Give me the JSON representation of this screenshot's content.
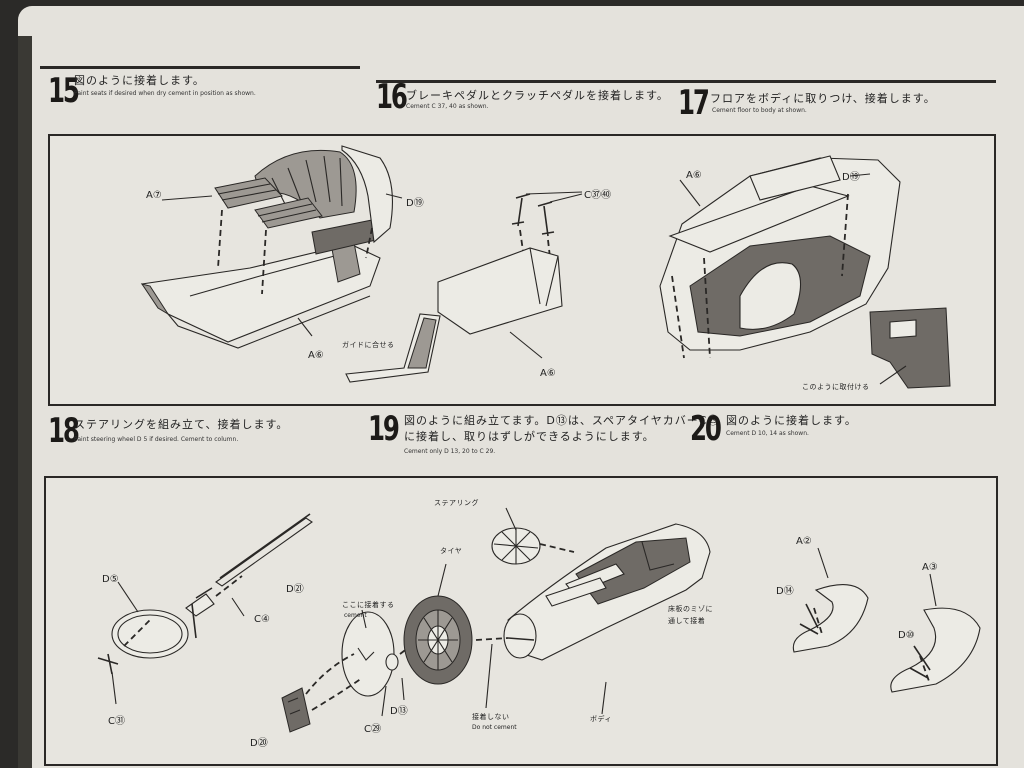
{
  "steps": {
    "s15": {
      "num": "15",
      "jp": "図のように接着します。",
      "en": "Paint seats if desired when dry cement in position as shown."
    },
    "s16": {
      "num": "16",
      "jp": "ブレーキペダルとクラッチペダルを接着します。",
      "en": "Cement C 37, 40 as shown."
    },
    "s17": {
      "num": "17",
      "jp": "フロアをボディに取りつけ、接着します。",
      "en": "Cement floor to body at shown."
    },
    "s18": {
      "num": "18",
      "jp": "ステアリングを組み立て、接着します。",
      "en": "Paint steering wheel D 5  if desired.  Cement to column."
    },
    "s19": {
      "num": "19",
      "jp1": "図のように組み立てます。D⑬は、スペアタイヤカバーC㉙",
      "jp2": "に接着し、取りはずしができるようにします。",
      "en": "Cement only D 13, 20  to C 29."
    },
    "s20": {
      "num": "20",
      "jp": "図のように接着します。",
      "en": "Cement D 10, 14  as shown."
    }
  },
  "upper_labels": {
    "a7": "A⑦",
    "d19_left": "D⑲",
    "a6_left": "A⑥",
    "guide": "ガイドに合せる",
    "c3740": "C㊲㊵",
    "a6_mid": "A⑥",
    "a6_right": "A⑥",
    "d19_right": "D⑲",
    "attach": "このように取付ける"
  },
  "lower_labels": {
    "d5": "D⑤",
    "d21": "D㉑",
    "c4": "C④",
    "c31": "C㉛",
    "steering": "ステアリング",
    "tire": "タイヤ",
    "cement_here_jp": "ここに接着する",
    "cement_here_en": "cement",
    "d13": "D⑬",
    "c29": "C㉙",
    "d20": "D⑳",
    "no_cement_jp": "接着しない",
    "no_cement_en": "Do not cement",
    "body": "ボディ",
    "floor_groove_1": "床板のミゾに",
    "floor_groove_2": "通して接着",
    "a2": "A②",
    "d14": "D⑭",
    "a3": "A③",
    "d10": "D⑩"
  }
}
